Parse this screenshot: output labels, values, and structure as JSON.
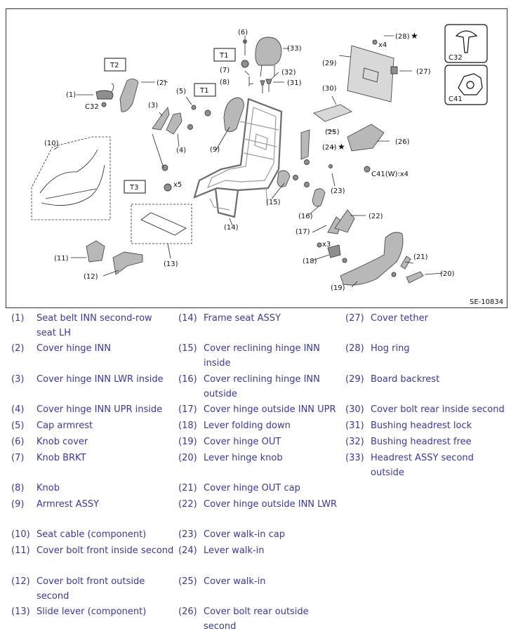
{
  "figure": {
    "code": "SE-10834",
    "callouts": [
      "(1)",
      "(2)",
      "(3)",
      "(4)",
      "(5)",
      "(6)",
      "(7)",
      "(8)",
      "(9)",
      "(10)",
      "(11)",
      "(12)",
      "(13)",
      "(14)",
      "(15)",
      "(16)",
      "(17)",
      "(18)",
      "(19)",
      "(20)",
      "(21)",
      "(22)",
      "(23)",
      "(24)",
      "(25)",
      "(26)",
      "(27)",
      "(28)",
      "(29)",
      "(30)",
      "(31)",
      "(32)",
      "(33)"
    ],
    "torque_labels": {
      "t1": "T1",
      "t2": "T2",
      "t3": "T3"
    },
    "multipliers": {
      "x5": "x5",
      "x4": "x4",
      "x3": "x3"
    },
    "clip_labels": {
      "c32": "C32",
      "c41": "C41",
      "c41w": "C41(W):x4"
    },
    "star": "★"
  },
  "legend": {
    "items": [
      {
        "num": "(1)",
        "name": "Seat belt INN second-row seat LH"
      },
      {
        "num": "(2)",
        "name": "Cover hinge INN"
      },
      {
        "num": "(3)",
        "name": "Cover hinge INN LWR inside"
      },
      {
        "num": "(4)",
        "name": "Cover hinge INN UPR inside"
      },
      {
        "num": "(5)",
        "name": "Cap armrest"
      },
      {
        "num": "(6)",
        "name": "Knob cover"
      },
      {
        "num": "(7)",
        "name": "Knob BRKT"
      },
      {
        "num": "(8)",
        "name": "Knob"
      },
      {
        "num": "(9)",
        "name": "Armrest ASSY"
      },
      {
        "num": "(10)",
        "name": "Seat cable (component)"
      },
      {
        "num": "(11)",
        "name": "Cover bolt front inside second"
      },
      {
        "num": "(12)",
        "name": "Cover bolt front outside second"
      },
      {
        "num": "(13)",
        "name": "Slide lever (component)"
      },
      {
        "num": "(14)",
        "name": "Frame seat ASSY"
      },
      {
        "num": "(15)",
        "name": "Cover reclining hinge INN inside"
      },
      {
        "num": "(16)",
        "name": "Cover reclining hinge INN outside"
      },
      {
        "num": "(17)",
        "name": "Cover hinge outside INN UPR"
      },
      {
        "num": "(18)",
        "name": "Lever folding down"
      },
      {
        "num": "(19)",
        "name": "Cover hinge OUT"
      },
      {
        "num": "(20)",
        "name": "Lever hinge knob"
      },
      {
        "num": "(21)",
        "name": "Cover hinge OUT cap"
      },
      {
        "num": "(22)",
        "name": "Cover hinge outside INN LWR"
      },
      {
        "num": "(23)",
        "name": "Cover walk-in cap"
      },
      {
        "num": "(24)",
        "name": "Lever walk-in"
      },
      {
        "num": "(25)",
        "name": "Cover walk-in"
      },
      {
        "num": "(26)",
        "name": "Cover bolt rear outside second"
      },
      {
        "num": "(27)",
        "name": "Cover tether"
      },
      {
        "num": "(28)",
        "name": "Hog ring"
      },
      {
        "num": "(29)",
        "name": "Board backrest"
      },
      {
        "num": "(30)",
        "name": "Cover bolt rear inside second"
      },
      {
        "num": "(31)",
        "name": "Bushing headrest lock"
      },
      {
        "num": "(32)",
        "name": "Bushing headrest free"
      },
      {
        "num": "(33)",
        "name": "Headrest ASSY second outside"
      }
    ]
  }
}
